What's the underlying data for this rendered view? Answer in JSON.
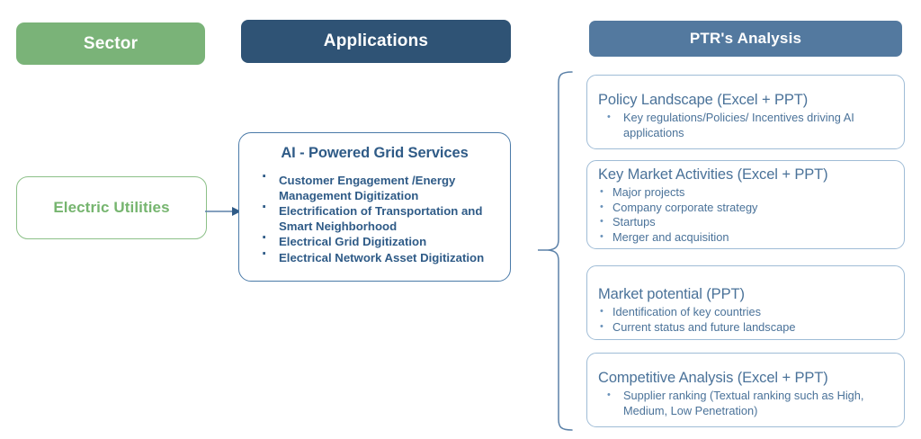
{
  "headers": [
    {
      "id": "sector",
      "label": "Sector",
      "color": "#7ab378"
    },
    {
      "id": "applications",
      "label": "Applications",
      "color": "#2f5375"
    },
    {
      "id": "ptr",
      "label": "PTR's Analysis",
      "color": "#53799f"
    }
  ],
  "sector": {
    "label": "Electric Utilities",
    "color": "#76b56f"
  },
  "applications": {
    "title": "AI - Powered Grid Services",
    "color": "#2f5b87",
    "bullets": [
      "Customer Engagement /Energy Management Digitization",
      "Electrification of Transportation and Smart Neighborhood",
      "Electrical Grid Digitization",
      "Electrical Network Asset Digitization"
    ]
  },
  "analysis": {
    "color": "#4a7299",
    "cards": [
      {
        "title": "Policy Landscape (Excel + PPT)",
        "bullets": [
          "Key regulations/Policies/ Incentives driving AI applications"
        ]
      },
      {
        "title": "Key Market Activities (Excel + PPT)",
        "bullets": [
          "Major projects",
          "Company corporate strategy",
          " Startups",
          "Merger and acquisition"
        ]
      },
      {
        "title": "Market potential (PPT)",
        "bullets": [
          "Identification of key countries",
          "Current status and future landscape"
        ]
      },
      {
        "title": "Competitive Analysis  (Excel + PPT)",
        "bullets": [
          "Supplier ranking (Textual ranking such as High, Medium, Low Penetration)"
        ]
      }
    ]
  },
  "connectors": {
    "arrow": "arrow-right-icon",
    "brace": "curly-brace-icon"
  }
}
